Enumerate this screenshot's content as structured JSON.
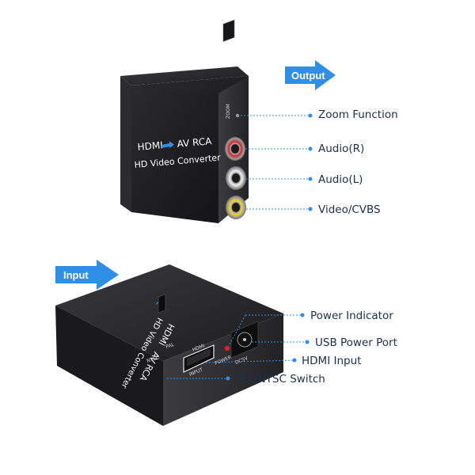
{
  "output_arrow": {
    "label": "Output"
  },
  "input_arrow": {
    "label": "Input"
  },
  "output_device": {
    "title_left": "HDMI",
    "title_right": "AV RCA",
    "subtitle": "HD Video Converter",
    "zoom_switch_label": "ZOOM"
  },
  "input_device": {
    "title_left": "HDMI",
    "title_right": "AV RCA",
    "subtitle": "HD Video Converter",
    "hdmi_port_label": "HDMI",
    "input_port_label": "INPUT",
    "power_label": "POWER",
    "dc_label": "DC5V",
    "ntsc_label": "NTSC",
    "pal_label": "PAL"
  },
  "callouts_output": [
    {
      "label": "Zoom Function"
    },
    {
      "label": "Audio(R)"
    },
    {
      "label": "Audio(L)"
    },
    {
      "label": "Video/CVBS"
    }
  ],
  "callouts_input": [
    {
      "label": "Power Indicator"
    },
    {
      "label": "USB Power Port"
    },
    {
      "label": "HDMI Input"
    },
    {
      "label": "PAL/NTSC Switch"
    }
  ],
  "colors": {
    "arrow": "#2f8fe6",
    "callout_line": "#2f8fe6",
    "device_body": "#1f1f21",
    "rca_red": "#d8232a",
    "rca_white": "#e8e8e8",
    "rca_yellow": "#f2d21a"
  }
}
